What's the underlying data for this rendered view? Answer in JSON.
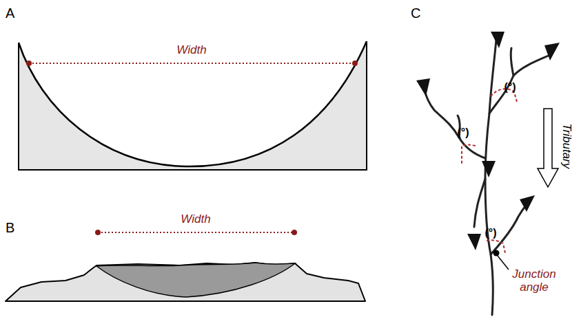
{
  "diagram": {
    "labels": [
      "A",
      "Width",
      "B",
      "Width",
      "C",
      "(°)",
      "(°)",
      "(°)",
      "Tributary",
      "Junction angle"
    ]
  }
}
